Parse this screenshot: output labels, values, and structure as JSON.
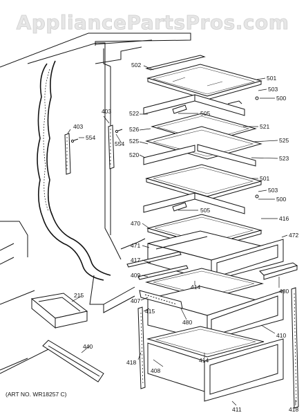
{
  "watermark": "AppliancePartsPros.com",
  "art_number": "(ART NO. WR18257 C)",
  "labels": {
    "l502": "502",
    "l501a": "501",
    "l503a": "503",
    "l500a": "500",
    "l403a": "403",
    "l403b": "403",
    "l554a": "554",
    "l554b": "554",
    "l522": "522",
    "l505a": "505",
    "l526": "526",
    "l525a": "525",
    "l521": "521",
    "l525b": "525",
    "l520": "520",
    "l523": "523",
    "l501b": "501",
    "l503b": "503",
    "l500b": "500",
    "l505b": "505",
    "l470": "470",
    "l416": "416",
    "l471": "471",
    "l472": "472",
    "l417": "417",
    "l409": "409",
    "l414a": "414",
    "l480a": "480",
    "l215": "215",
    "l407": "407",
    "l415": "415",
    "l480b": "480",
    "l410": "410",
    "l418a": "418",
    "l414b": "414",
    "l408": "408",
    "l440": "440",
    "l411": "411",
    "l418b": "418"
  }
}
